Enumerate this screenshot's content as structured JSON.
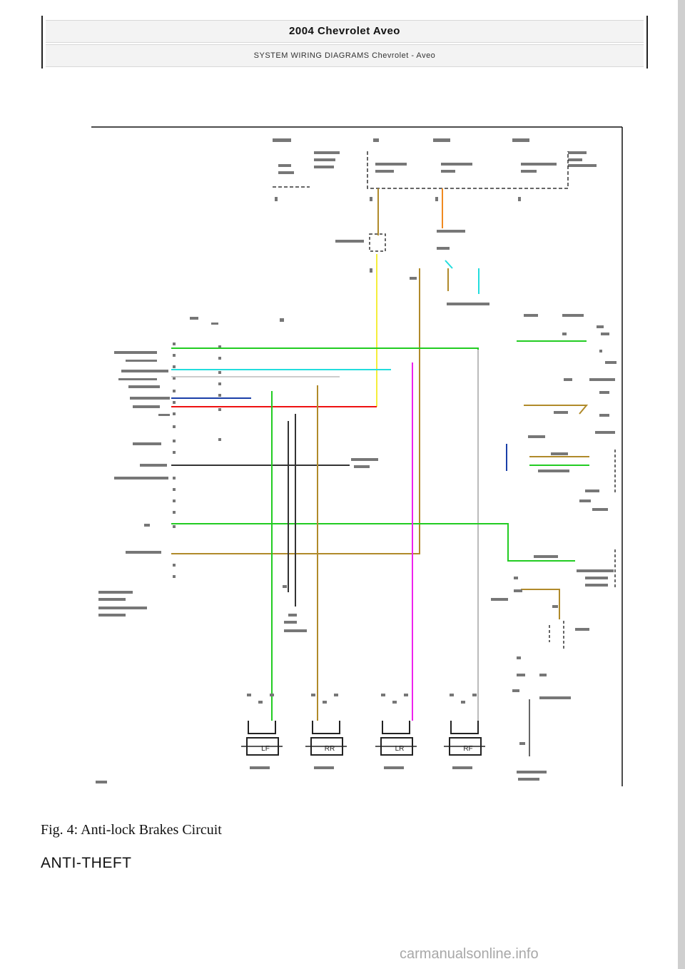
{
  "header": {
    "title": "2004 Chevrolet Aveo",
    "subtitle": "SYSTEM WIRING DIAGRAMS Chevrolet - Aveo"
  },
  "caption": "Fig. 4: Anti-lock Brakes Circuit",
  "section_title": "ANTI-THEFT",
  "watermark": "carmanualsonline.info",
  "diagram": {
    "wire_colors": {
      "green": "#22cc22",
      "cyan": "#22dddd",
      "blue": "#1a3fa8",
      "red": "#ee1111",
      "tan": "#b08a2a",
      "yellow": "#f5ee3a",
      "orange": "#f08a20",
      "magenta": "#ee22ee",
      "dark_gray": "#333333",
      "light_gray": "#bbbbbb"
    },
    "wheel_sensors": [
      {
        "label": "LF"
      },
      {
        "label": "RR"
      },
      {
        "label": "LR"
      },
      {
        "label": "RF"
      }
    ]
  }
}
